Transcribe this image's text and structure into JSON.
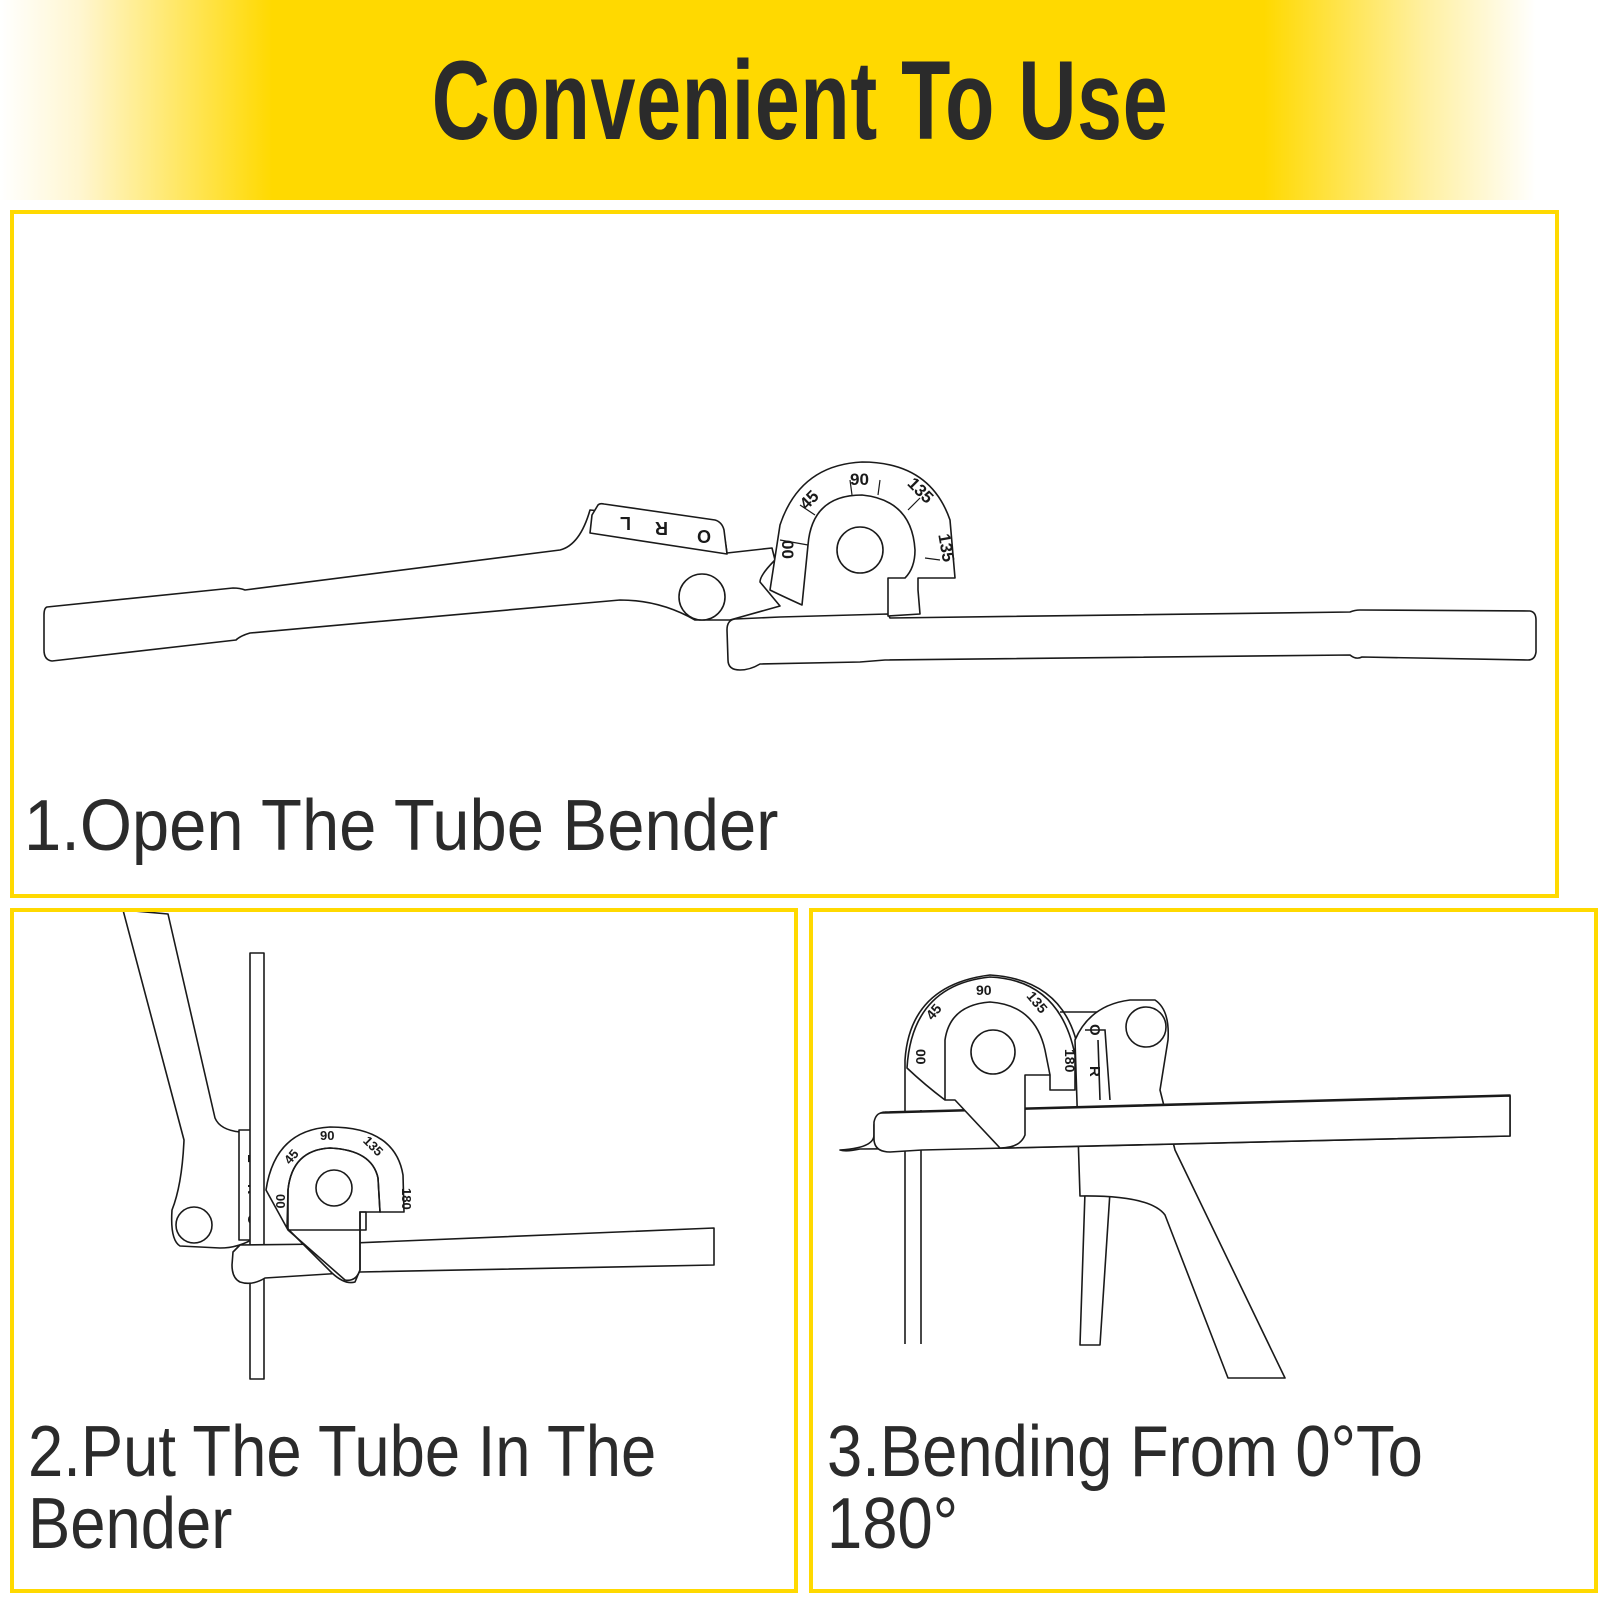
{
  "banner": {
    "title": "Convenient To Use",
    "background_color": "#ffd900",
    "text_color": "#2b2b2b"
  },
  "panel_border_color": "#ffd900",
  "steps": [
    {
      "caption": "1.Open The Tube Bender",
      "illustration": "tube-bender-open",
      "scale_labels": [
        "00",
        "45",
        "90",
        "135",
        "135"
      ],
      "selector_labels": [
        "O",
        "R",
        "L"
      ]
    },
    {
      "caption_line1": "2.Put The Tube In The",
      "caption_line2": "Bender",
      "illustration": "tube-inserted",
      "scale_labels": [
        "00",
        "45",
        "90",
        "135",
        "180"
      ],
      "selector_labels": [
        "O",
        "R",
        "L"
      ]
    },
    {
      "caption_line1": "3.Bending From 0°To",
      "caption_line2": "180°",
      "illustration": "tube-bent",
      "scale_labels": [
        "00",
        "45",
        "90",
        "135",
        "180"
      ],
      "selector_labels": [
        "O",
        "R"
      ]
    }
  ]
}
